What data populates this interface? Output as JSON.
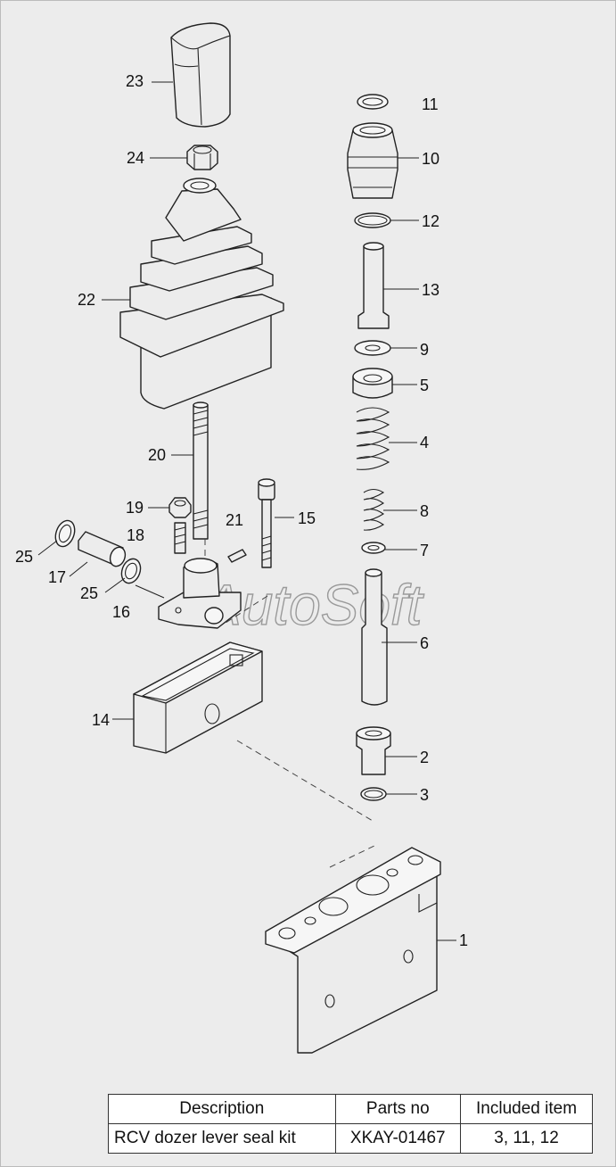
{
  "diagram": {
    "watermark": "AutoSoft",
    "part_labels": [
      "23",
      "24",
      "22",
      "20",
      "19",
      "21",
      "15",
      "18",
      "25",
      "17",
      "25",
      "16",
      "14",
      "11",
      "10",
      "12",
      "13",
      "9",
      "5",
      "4",
      "8",
      "7",
      "6",
      "2",
      "3",
      "1"
    ]
  },
  "kit_table": {
    "headers": [
      "Description",
      "Parts no",
      "Included item"
    ],
    "rows": [
      [
        "RCV dozer lever seal kit",
        "XKAY-01467",
        "3, 11, 12"
      ]
    ]
  }
}
